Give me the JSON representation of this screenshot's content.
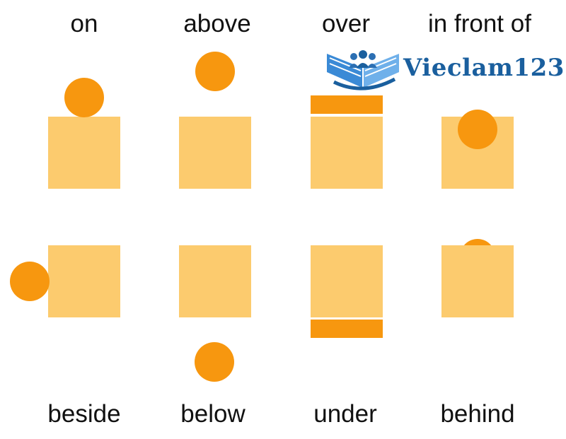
{
  "labels": {
    "on": "on",
    "above": "above",
    "over": "over",
    "in_front_of": "in front of",
    "beside": "beside",
    "below": "below",
    "under": "under",
    "behind": "behind"
  },
  "logo": {
    "text": "Vieclam123",
    "color": "#1a5f9e"
  },
  "colors": {
    "square": "#fccb6e",
    "shape": "#f7970f",
    "text": "#111111"
  }
}
